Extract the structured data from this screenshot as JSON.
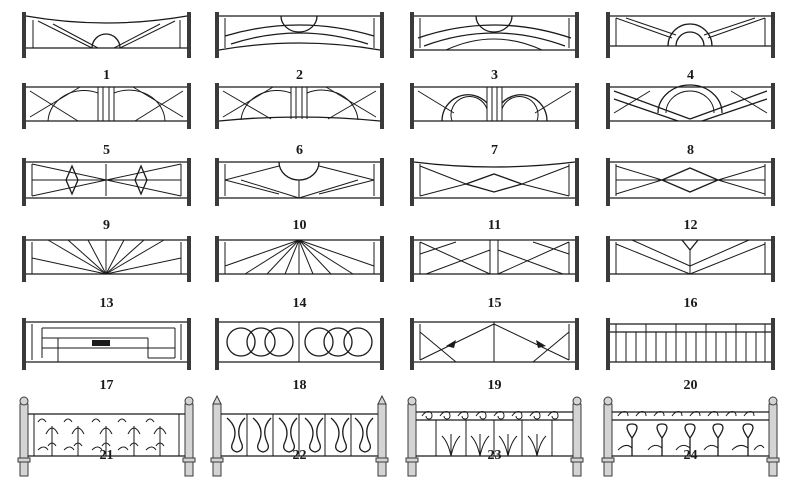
{
  "designs": [
    {
      "number": "1",
      "motif": "sunburst-arc"
    },
    {
      "number": "2",
      "motif": "double-arch"
    },
    {
      "number": "3",
      "motif": "concentric-arch"
    },
    {
      "number": "4",
      "motif": "rays-half-circle"
    },
    {
      "number": "5",
      "motif": "arcs-center-bars"
    },
    {
      "number": "6",
      "motif": "curved-arcs-center-bars"
    },
    {
      "number": "7",
      "motif": "circle-center-bars"
    },
    {
      "number": "8",
      "motif": "crossed-bands-half-circle"
    },
    {
      "number": "9",
      "motif": "diamonds-lattice"
    },
    {
      "number": "10",
      "motif": "sun-rays-diamonds"
    },
    {
      "number": "11",
      "motif": "center-diamond-curved-top"
    },
    {
      "number": "12",
      "motif": "center-diamond-rays"
    },
    {
      "number": "13",
      "motif": "fan-rays"
    },
    {
      "number": "14",
      "motif": "fan-rays-center-post"
    },
    {
      "number": "15",
      "motif": "double-diagonal-post"
    },
    {
      "number": "16",
      "motif": "center-chevron"
    },
    {
      "number": "17",
      "motif": "rectangular-grid"
    },
    {
      "number": "18",
      "motif": "interlocking-rings"
    },
    {
      "number": "19",
      "motif": "diagonal-arrows"
    },
    {
      "number": "20",
      "motif": "vertical-balusters"
    },
    {
      "number": "21",
      "motif": "forged-fleur-scrolls"
    },
    {
      "number": "22",
      "motif": "forged-tulip-bars"
    },
    {
      "number": "23",
      "motif": "forged-scroll-top-leaves"
    },
    {
      "number": "24",
      "motif": "forged-heart-scrolls"
    }
  ]
}
